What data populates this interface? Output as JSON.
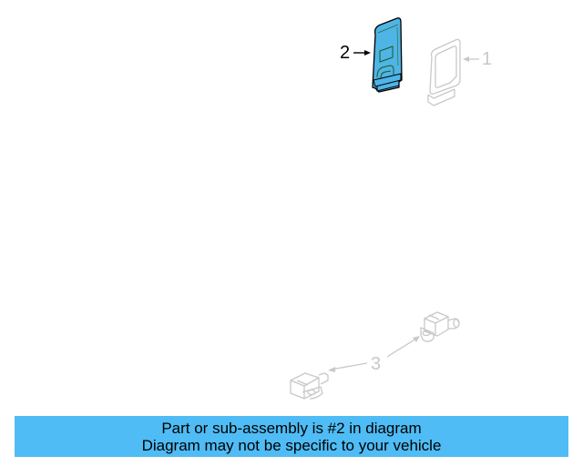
{
  "diagram": {
    "parts": [
      {
        "number": "1",
        "label": "1",
        "highlighted": false
      },
      {
        "number": "2",
        "label": "2",
        "highlighted": true
      },
      {
        "number": "3",
        "label": "3",
        "highlighted": false
      }
    ],
    "colors": {
      "highlight_fill": "#4fb4e6",
      "highlight_stroke": "#000000",
      "ghost_stroke": "#c8c8c8",
      "banner": "#4fbcf5"
    }
  },
  "banner": {
    "line1": "Part or sub-assembly is #2 in diagram",
    "line2": "Diagram may not be specific to your vehicle"
  }
}
